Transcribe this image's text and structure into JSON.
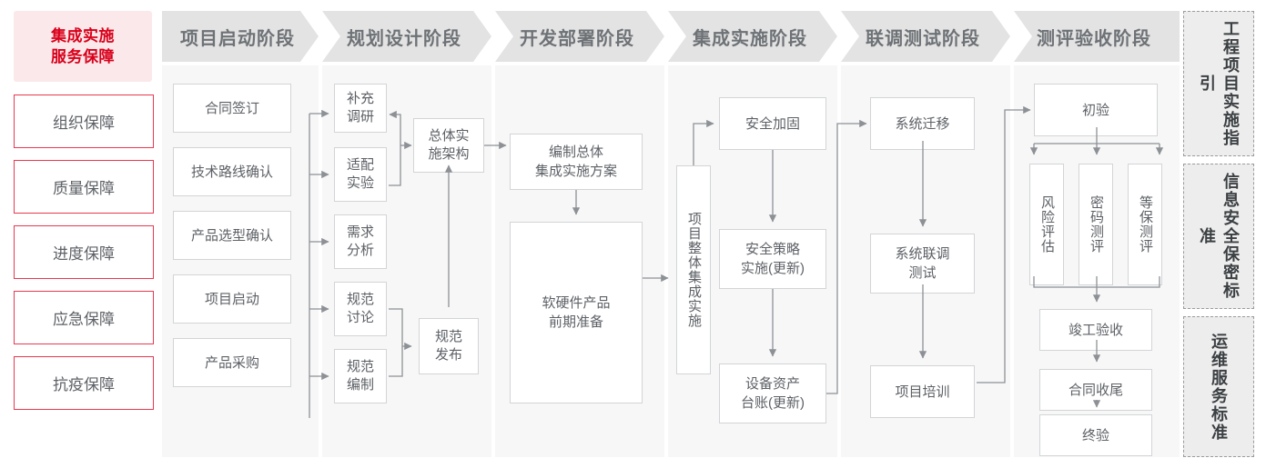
{
  "left_sidebar": {
    "header": "集成实施\n服务保障",
    "header_line1": "集成实施",
    "header_line2": "服务保障",
    "items": [
      {
        "label": "组织保障"
      },
      {
        "label": "质量保障"
      },
      {
        "label": "进度保障"
      },
      {
        "label": "应急保障"
      },
      {
        "label": "抗疫保障"
      }
    ]
  },
  "phases": [
    {
      "id": "phase-1",
      "title": "项目启动阶段",
      "nodes": [
        {
          "label": "合同签订"
        },
        {
          "label": "技术路线确认"
        },
        {
          "label": "产品选型确认"
        },
        {
          "label": "项目启动"
        },
        {
          "label": "产品采购"
        }
      ]
    },
    {
      "id": "phase-2",
      "title": "规划设计阶段",
      "nodes": [
        {
          "label": "补充\n调研",
          "l1": "补充",
          "l2": "调研"
        },
        {
          "label": "适配\n实验",
          "l1": "适配",
          "l2": "实验"
        },
        {
          "label": "需求\n分析",
          "l1": "需求",
          "l2": "分析"
        },
        {
          "label": "规范\n讨论",
          "l1": "规范",
          "l2": "讨论"
        },
        {
          "label": "规范\n编制",
          "l1": "规范",
          "l2": "编制"
        },
        {
          "label": "总体实\n施架构",
          "l1": "总体实",
          "l2": "施架构"
        },
        {
          "label": "规范\n发布",
          "l1": "规范",
          "l2": "发布"
        }
      ]
    },
    {
      "id": "phase-3",
      "title": "开发部署阶段",
      "nodes": [
        {
          "label": "编制总体\n集成实施方案",
          "l1": "编制总体",
          "l2": "集成实施方案"
        },
        {
          "label": "软硬件产品\n前期准备",
          "l1": "软硬件产品",
          "l2": "前期准备"
        }
      ]
    },
    {
      "id": "phase-4",
      "title": "集成实施阶段",
      "nodes": [
        {
          "label": "项目整体集成实施"
        },
        {
          "label": "安全加固"
        },
        {
          "label": "安全策略\n实施(更新)",
          "l1": "安全策略",
          "l2": "实施(更新)"
        },
        {
          "label": "设备资产\n台账(更新)",
          "l1": "设备资产",
          "l2": "台账(更新)"
        }
      ]
    },
    {
      "id": "phase-5",
      "title": "联调测试阶段",
      "nodes": [
        {
          "label": "系统迁移"
        },
        {
          "label": "系统联调\n测试",
          "l1": "系统联调",
          "l2": "测试"
        },
        {
          "label": "项目培训"
        }
      ]
    },
    {
      "id": "phase-6",
      "title": "测评验收阶段",
      "nodes": [
        {
          "label": "初验"
        },
        {
          "label": "风险评估"
        },
        {
          "label": "密码测评"
        },
        {
          "label": "等保测评"
        },
        {
          "label": "竣工验收"
        },
        {
          "label": "合同收尾"
        },
        {
          "label": "终验"
        }
      ]
    }
  ],
  "right_sidebar": {
    "items": [
      {
        "label": "工程项目实施指引"
      },
      {
        "label": "信息安全保密标准"
      },
      {
        "label": "运维服务标准"
      }
    ]
  },
  "colors": {
    "accent_red": "#d9001b",
    "border_red": "#e8384f",
    "pink_bg": "#fbe8ea",
    "header_gray": "#e3e3e3",
    "column_bg": "#f7f7f7",
    "node_border": "#d2d4d6",
    "text_gray": "#5d6166",
    "wire": "#8d9196"
  }
}
